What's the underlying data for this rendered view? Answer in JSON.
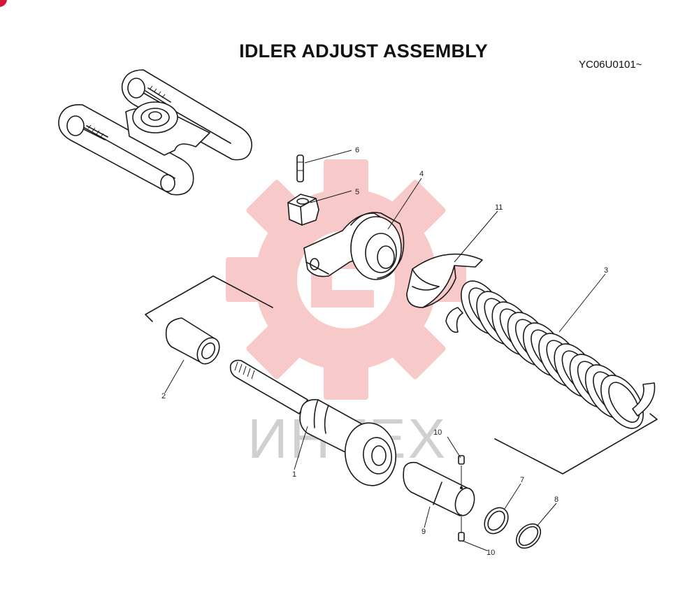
{
  "title": "IDLER ADJUST ASSEMBLY",
  "serial": "YC06U0101~",
  "watermark": {
    "text": "ИНТЕХ",
    "color": "#f08a8a"
  },
  "accent_color": "#d4163c",
  "callouts": [
    {
      "id": "1",
      "label": "1"
    },
    {
      "id": "2",
      "label": "2"
    },
    {
      "id": "3",
      "label": "3"
    },
    {
      "id": "4",
      "label": "4"
    },
    {
      "id": "5",
      "label": "5"
    },
    {
      "id": "6",
      "label": "6"
    },
    {
      "id": "7",
      "label": "7"
    },
    {
      "id": "8",
      "label": "8"
    },
    {
      "id": "9",
      "label": "9"
    },
    {
      "id": "10a",
      "label": "10"
    },
    {
      "id": "10b",
      "label": "10"
    },
    {
      "id": "11",
      "label": "11"
    }
  ]
}
